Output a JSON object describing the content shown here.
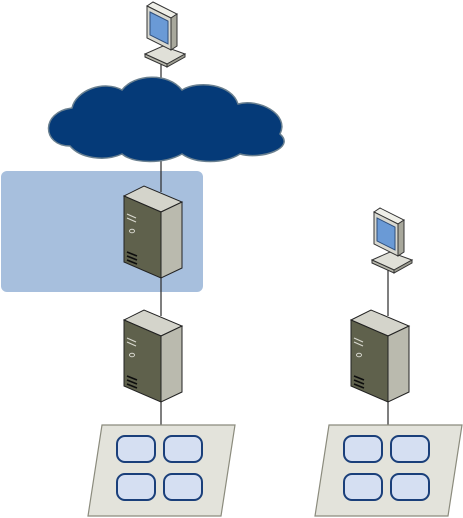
{
  "diagram": {
    "background": "#ffffff",
    "connector_color": "#2a2a2a",
    "cloud_fill": "#053a78",
    "cloud_stroke": "#6a8090",
    "zone_fill": "#a7bfdd",
    "server_front": "#5f614c",
    "server_top": "#d4d4cb",
    "server_side": "#babaae",
    "monitor_screen": "#6a9ad6",
    "monitor_frame": "#d8d8d0",
    "storage_fill": "#e3e3db",
    "storage_stroke": "#8b8b7d",
    "storage_cell_fill": "#d5dff2",
    "storage_cell_stroke": "#1a3f7a",
    "nodes": [
      {
        "name": "workstation-top-icon",
        "kind": "workstation"
      },
      {
        "name": "network-cloud-icon",
        "kind": "cloud"
      },
      {
        "name": "dmz-zone-box",
        "kind": "zone"
      },
      {
        "name": "server-in-zone-icon",
        "kind": "server"
      },
      {
        "name": "server-middle-icon",
        "kind": "server"
      },
      {
        "name": "storage-array-left-icon",
        "kind": "storage"
      },
      {
        "name": "workstation-right-icon",
        "kind": "workstation"
      },
      {
        "name": "server-right-icon",
        "kind": "server"
      },
      {
        "name": "storage-array-right-icon",
        "kind": "storage"
      }
    ]
  }
}
